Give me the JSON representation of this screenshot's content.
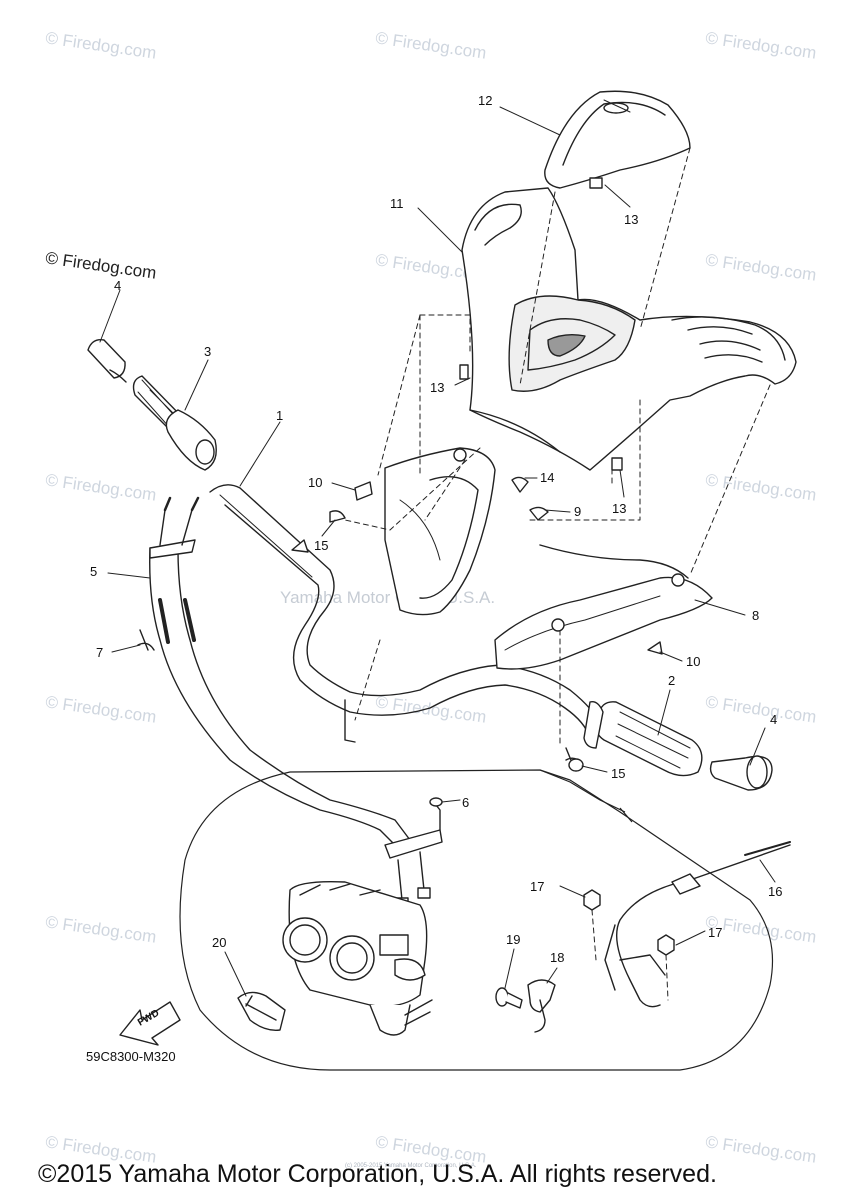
{
  "watermark_text": "© Firedog.com",
  "center_watermark": "Yamaha Motor Corp., U.S.A.",
  "mini_watermark": "(c) 2005-2015 Yamaha Motor Corporation, U.S.A.",
  "part_code": "59C8300-M320",
  "fwd_label": "FWD",
  "copyright": "©2015 Yamaha Motor Corporation, U.S.A. All rights reserved.",
  "callouts": [
    "1",
    "2",
    "3",
    "4",
    "4",
    "5",
    "6",
    "7",
    "8",
    "9",
    "10",
    "10",
    "11",
    "12",
    "13",
    "13",
    "13",
    "14",
    "15",
    "15",
    "16",
    "17",
    "17",
    "18",
    "19",
    "20"
  ]
}
